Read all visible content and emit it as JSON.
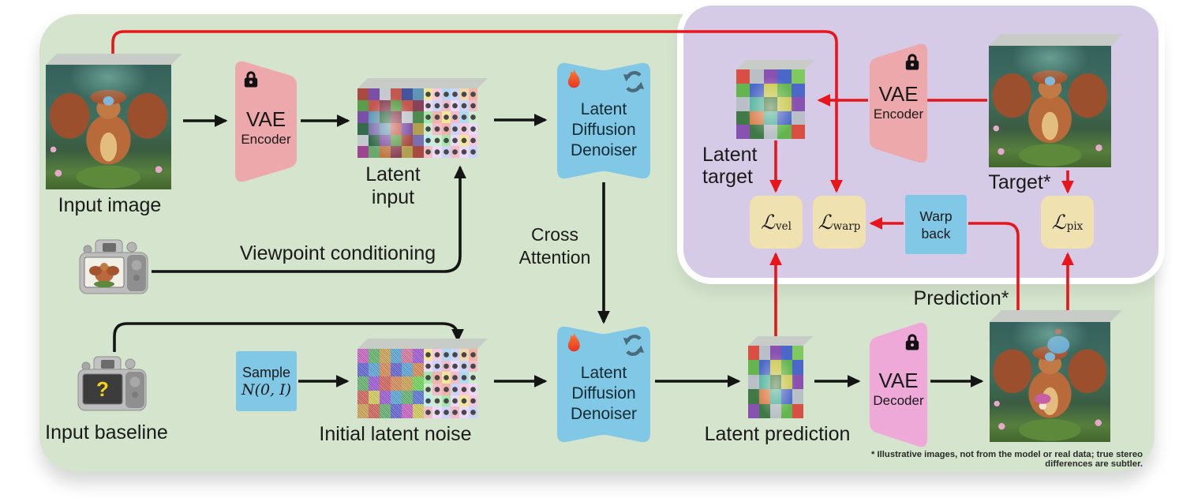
{
  "labels": {
    "input_image": "Input image",
    "vae_encoder": {
      "title": "VAE",
      "subtitle": "Encoder"
    },
    "vae_decoder": {
      "title": "VAE",
      "subtitle": "Decoder"
    },
    "latent_input": [
      "Latent",
      "input"
    ],
    "denoiser": [
      "Latent",
      "Diffusion",
      "Denoiser"
    ],
    "viewpoint_conditioning": "Viewpoint conditioning",
    "cross_attention": [
      "Cross",
      "Attention"
    ],
    "input_baseline": "Input baseline",
    "sample_box": [
      "Sample",
      "N(0, I)"
    ],
    "initial_latent_noise": "Initial latent noise",
    "latent_prediction": "Latent prediction",
    "prediction": "Prediction*",
    "target": "Target*",
    "latent_target": [
      "Latent",
      "target"
    ],
    "warp_back": [
      "Warp",
      "back"
    ],
    "question_mark": "?"
  },
  "losses": [
    {
      "symbol": "ℒ",
      "sub": "vel"
    },
    {
      "symbol": "ℒ",
      "sub": "warp"
    },
    {
      "symbol": "ℒ",
      "sub": "pix"
    }
  ],
  "footnote": "* Illustrative images, not from the model or real data; true stereo differences are subtler.",
  "icons": [
    "lock-icon",
    "fire-icon",
    "refresh-icon",
    "camera-icon"
  ],
  "colors": {
    "green_bg": "#d5e4cd",
    "purple_bg": "#d6cbe6",
    "encoder_pink": "#eca8ab",
    "decoder_pink": "#efa9d9",
    "module_blue": "#80c8e6",
    "loss_tan": "#f0e1b1",
    "arrow_red": "#e8151b",
    "arrow_black": "#141414",
    "icon_slate": "#4a6b79",
    "screen_question_yellow": "#f4d416"
  },
  "visuals": {
    "mosaics": {
      "latent_input_img": {
        "cols": 6,
        "rows": 6,
        "dots": false,
        "ghost": true,
        "noise": false,
        "palette": [
          "#a84a42",
          "#5a9e4c",
          "#7a4fa8",
          "#356b4c",
          "#c2c9cf",
          "#9e4590",
          "#c4574e",
          "#6aa86e",
          "#44549e",
          "#bf7a42",
          "#5e97b5",
          "#8a4259",
          "#4c8a4f",
          "#b0a04f",
          "#7a6fb0"
        ]
      },
      "dots_grid": {
        "cols": 6,
        "rows": 6,
        "dots": true,
        "ghost": false,
        "noise": false,
        "palette": [
          "#f2e699",
          "#f2b3ab",
          "#a6e6ab",
          "#ccd4f7",
          "#bfeef2",
          "#f7c9e0",
          "#def2a6",
          "#ead9f7",
          "#f2d9ad",
          "#cdeccd",
          "#b3d9f2",
          "#f2bdc9"
        ]
      },
      "noise_grid": {
        "cols": 6,
        "rows": 5,
        "dots": false,
        "ghost": false,
        "noise": true,
        "palette": [
          "#c95fc4",
          "#5f5fd4",
          "#5fb36b",
          "#d45f56",
          "#cfa24f",
          "#8a5fd4",
          "#54a6d9",
          "#c9cf5f",
          "#d9749e",
          "#4fc9b3",
          "#9e54d9",
          "#d98a4f",
          "#6bd954",
          "#5470d9",
          "#d4cf54"
        ]
      },
      "latent_bright": {
        "cols": 5,
        "rows": 5,
        "dots": false,
        "ghost": true,
        "noise": false,
        "palette": [
          "#d94f43",
          "#64b54e",
          "#b8bfc6",
          "#3f7a46",
          "#8a52b0",
          "#e08a3c",
          "#4a67c9",
          "#d4589a",
          "#7fc95e",
          "#cf4f76",
          "#4fb3a0",
          "#c9c94f",
          "#8a3bd1",
          "#3f9ad4",
          "#d97f4f"
        ]
      }
    }
  }
}
